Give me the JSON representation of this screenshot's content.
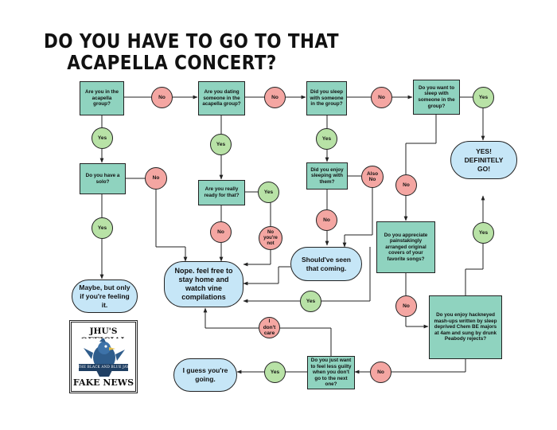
{
  "title": {
    "line1": "DO YOU HAVE TO GO TO THAT",
    "line2": "ACAPELLA CONCERT?"
  },
  "colors": {
    "question": "#8fd3bf",
    "outcome": "#c6e6f7",
    "no": "#f4a6a2",
    "yes": "#b8e2a6"
  },
  "nodes": {
    "q_acapella": "Are you in the acapella group?",
    "q_dating": "Are you dating someone in the acapella group?",
    "q_slept": "Did you sleep with someone in the group?",
    "q_want_sleep": "Do you want to sleep with someone in the group?",
    "q_solo": "Do you have a solo?",
    "q_ready": "Are you really ready for that?",
    "q_enjoy_sleeping": "Did you enjoy sleeping with them?",
    "q_appreciate": "Do you appreciate painstakingly arranged original covers of your favorite songs?",
    "q_mashups": "Do you enjoy hackneyed mash-ups written by sleep deprived Chem BE majors at 4am and sung by drunk Peabody rejects?",
    "q_guilty": "Do you just want to feel less guilty when you don't go to the next one?",
    "o_definitely": "YES! DEFINITELY GO!",
    "o_maybe": "Maybe, but only if you're feeling it.",
    "o_nope": "Nope. feel free to stay home and watch vine compilations",
    "o_shouldve": "Should've seen that coming.",
    "o_guess": "I guess you're going."
  },
  "labels": {
    "no": "No",
    "yes": "Yes",
    "also_no": "Also No",
    "no_youre_not": "No you're not",
    "i_dont_care": "I don't care"
  },
  "badge": {
    "top": "JHU'S OFFICIAL",
    "banner": "THE BLACK AND BLUE JAY",
    "bottom": "FAKE NEWS"
  }
}
